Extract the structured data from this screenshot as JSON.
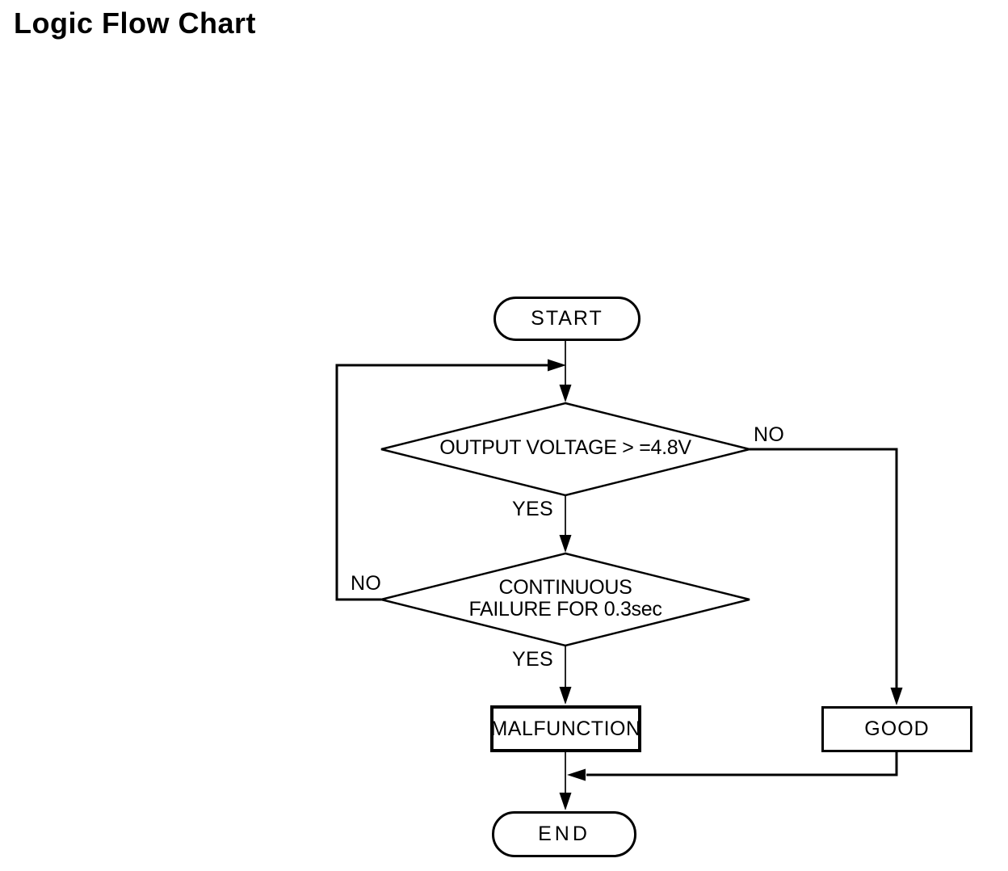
{
  "title": "Logic Flow Chart",
  "flowchart": {
    "start": {
      "label": "START"
    },
    "decision_output_voltage": {
      "label": "OUTPUT VOLTAGE > =4.8V",
      "yes_label": "YES",
      "no_label": "NO"
    },
    "decision_continuous_failure": {
      "label_line1": "CONTINUOUS",
      "label_line2": "FAILURE FOR 0.3sec",
      "yes_label": "YES",
      "no_label": "NO"
    },
    "malfunction": {
      "label": "MALFUNCTION"
    },
    "good": {
      "label": "GOOD"
    },
    "end": {
      "label": "END"
    },
    "colors": {
      "ink": "#000000",
      "background": "#ffffff"
    }
  }
}
